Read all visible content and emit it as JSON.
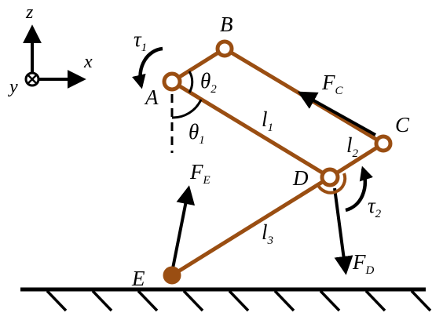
{
  "colors": {
    "link": "#9a4e12",
    "ink": "#000000",
    "foot": "#9a4e12",
    "background": "#ffffff"
  },
  "axes": {
    "z": "z",
    "x": "x",
    "y": "y"
  },
  "joints": {
    "A": "A",
    "B": "B",
    "C": "C",
    "D": "D",
    "E": "E"
  },
  "links": {
    "l1": {
      "base": "l",
      "sub": "1"
    },
    "l2": {
      "base": "l",
      "sub": "2"
    },
    "l3": {
      "base": "l",
      "sub": "3"
    }
  },
  "angles": {
    "theta1": {
      "base": "θ",
      "sub": "1"
    },
    "theta2": {
      "base": "θ",
      "sub": "2"
    }
  },
  "torques": {
    "tau1": {
      "base": "τ",
      "sub": "1"
    },
    "tau2": {
      "base": "τ",
      "sub": "2"
    }
  },
  "forces": {
    "FC": {
      "base": "F",
      "sub": "C"
    },
    "FD": {
      "base": "F",
      "sub": "D"
    },
    "FE": {
      "base": "F",
      "sub": "E"
    }
  },
  "icons": {
    "y_axis": "circle-cross-icon",
    "ground": "hatched-ground-icon"
  }
}
